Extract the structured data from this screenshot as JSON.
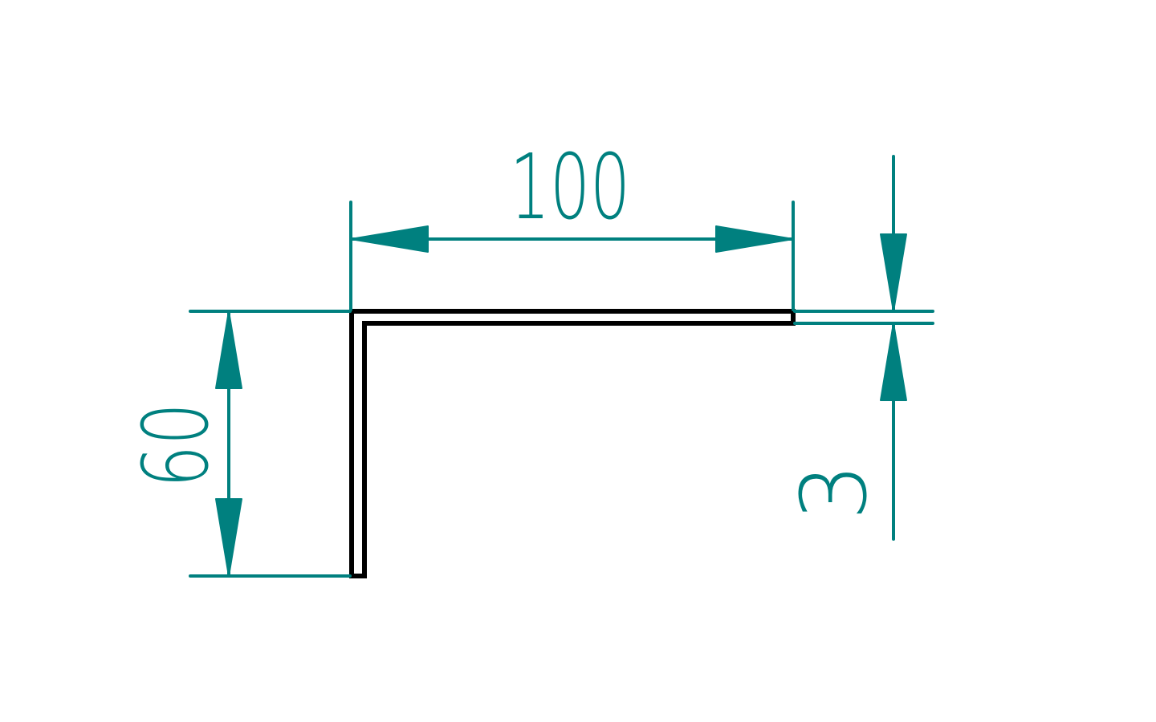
{
  "drawing": {
    "type": "angle-profile-dimension-drawing",
    "colors": {
      "dimension": "#00807f",
      "profile": "#000000",
      "background": "#ffffff"
    },
    "dimensions": {
      "width_label": "100",
      "height_label": "60",
      "thickness_label": "3"
    }
  }
}
